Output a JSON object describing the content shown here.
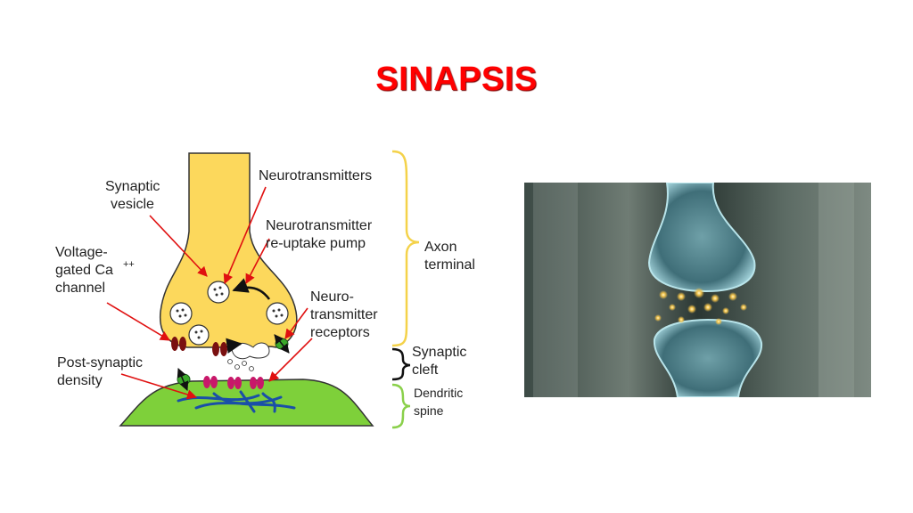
{
  "slide": {
    "title": "SINAPSIS"
  },
  "diagram": {
    "labels": {
      "synaptic_vesicle": [
        "Synaptic",
        "vesicle"
      ],
      "neurotransmitters": "Neurotransmitters",
      "reuptake_pump": [
        "Neurotransmitter",
        "re-uptake pump"
      ],
      "axon_terminal": [
        "Axon",
        "terminal"
      ],
      "voltage_channel": [
        "Voltage-",
        "gated Ca",
        "channel"
      ],
      "ca_superscript": "++",
      "receptors": [
        "Neuro-",
        "transmitter",
        "receptors"
      ],
      "synaptic_cleft": [
        "Synaptic",
        "cleft"
      ],
      "post_synaptic_density": [
        "Post-synaptic",
        "density"
      ],
      "dendritic_spine": [
        "Dendritic",
        "spine"
      ]
    },
    "colors": {
      "terminal": "#fcd85c",
      "spine": "#7ed03a",
      "arrow": "#e01010",
      "bracket_yellow": "#f4d24a",
      "bracket_green": "#8ad04a",
      "channel": "#7a1010",
      "receptor": "#c8186a",
      "density": "#1a4fa8"
    }
  },
  "photo": {
    "description_icon": "synapse-3d-render"
  }
}
